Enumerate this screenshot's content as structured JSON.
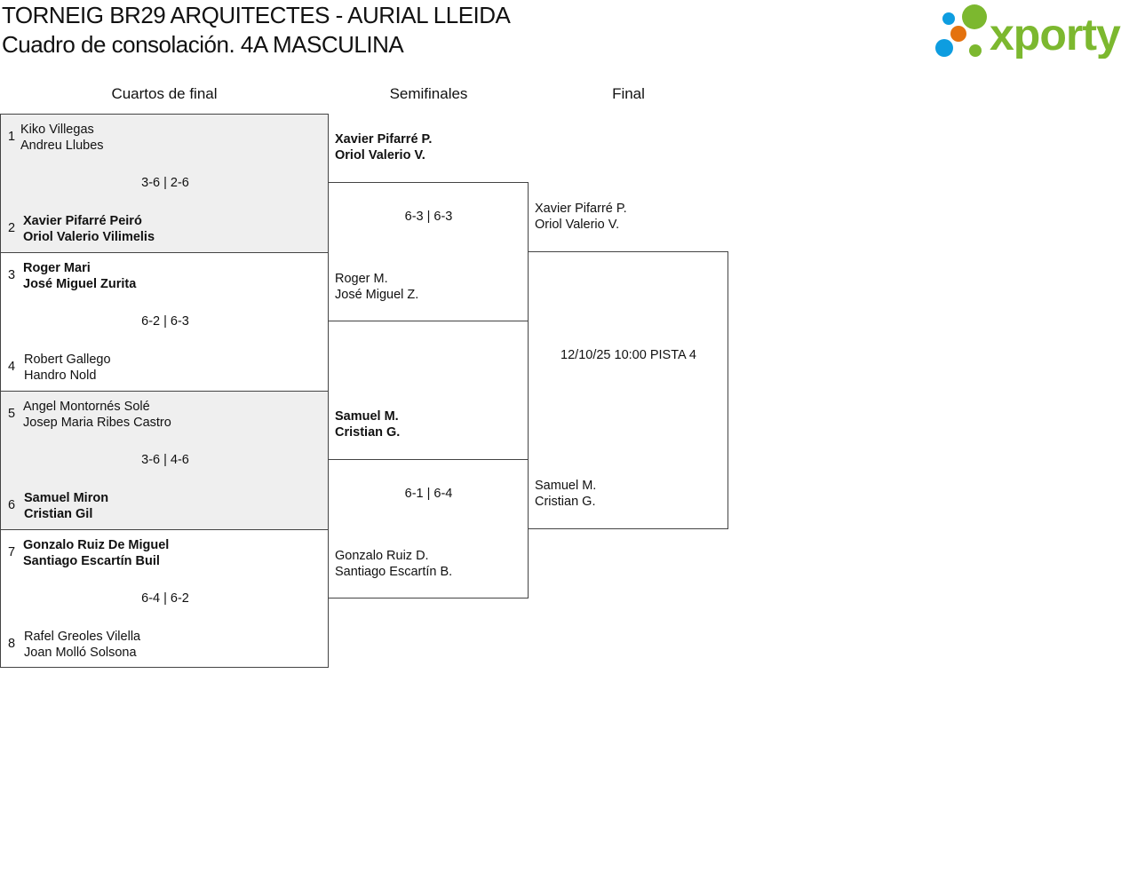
{
  "header": {
    "title": "TORNEIG BR29 ARQUITECTES - AURIAL LLEIDA",
    "subtitle": "Cuadro de consolación. 4A MASCULINA",
    "logo": "xporty"
  },
  "rounds": [
    "Cuartos de final",
    "Semifinales",
    "Final"
  ],
  "quarterfinals": [
    {
      "seed_a": "1",
      "a": [
        "Kiko Villegas",
        "Andreu Llubes"
      ],
      "seed_b": "2",
      "b": [
        "Xavier Pifarré Peiró",
        "Oriol Valerio Vilimelis"
      ],
      "score": "3-6 | 2-6",
      "winner": "b"
    },
    {
      "seed_a": "3",
      "a": [
        "Roger Mari",
        "José Miguel Zurita"
      ],
      "seed_b": "4",
      "b": [
        "Robert Gallego",
        "Handro Nold"
      ],
      "score": "6-2 | 6-3",
      "winner": "a"
    },
    {
      "seed_a": "5",
      "a": [
        "Angel Montornés Solé",
        "Josep Maria Ribes Castro"
      ],
      "seed_b": "6",
      "b": [
        "Samuel Miron",
        "Cristian Gil"
      ],
      "score": "3-6 | 4-6",
      "winner": "b"
    },
    {
      "seed_a": "7",
      "a": [
        "Gonzalo Ruiz De Miguel",
        "Santiago Escartín Buil"
      ],
      "seed_b": "8",
      "b": [
        "Rafel Greoles Vilella",
        "Joan Molló Solsona"
      ],
      "score": "6-4 | 6-2",
      "winner": "a"
    }
  ],
  "semifinals": [
    {
      "a": [
        "Xavier Pifarré P.",
        "Oriol Valerio V."
      ],
      "b": [
        "Roger M.",
        "José Miguel Z."
      ],
      "score": "6-3 | 6-3"
    },
    {
      "a": [
        "Samuel M.",
        "Cristian G."
      ],
      "b": [
        "Gonzalo Ruiz D.",
        "Santiago Escartín B."
      ],
      "score": "6-1 | 6-4"
    }
  ],
  "final": {
    "a": [
      "Xavier Pifarré P.",
      "Oriol Valerio V."
    ],
    "b": [
      "Samuel M.",
      "Cristian G."
    ],
    "info": "12/10/25 10:00 PISTA 4"
  }
}
